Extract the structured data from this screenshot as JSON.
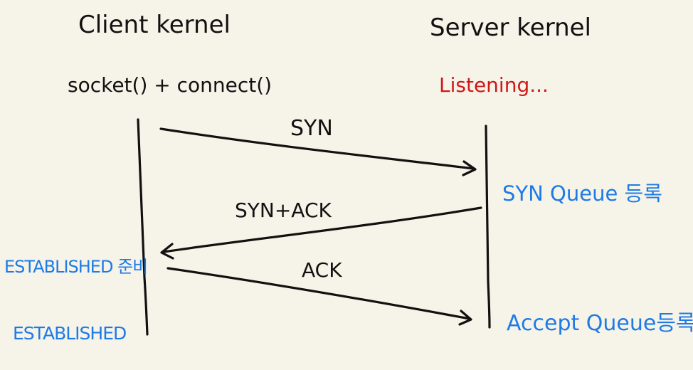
{
  "client": {
    "title": "Client kernel",
    "call": "socket() + connect()"
  },
  "server": {
    "title": "Server kernel",
    "status": "Listening..."
  },
  "messages": {
    "syn": "SYN",
    "syn_ack": "SYN+ACK",
    "ack": "ACK"
  },
  "server_notes": {
    "syn_queue": "SYN Queue 등록",
    "accept_queue": "Accept Queue등록"
  },
  "client_notes": {
    "established_ready": "ESTABLISHED 준비",
    "established": "ESTABLISHED"
  },
  "colors": {
    "ink": "#111111",
    "note_blue": "#1e7be6",
    "listening_red": "#d01818",
    "paper": "#f6f3e8"
  }
}
